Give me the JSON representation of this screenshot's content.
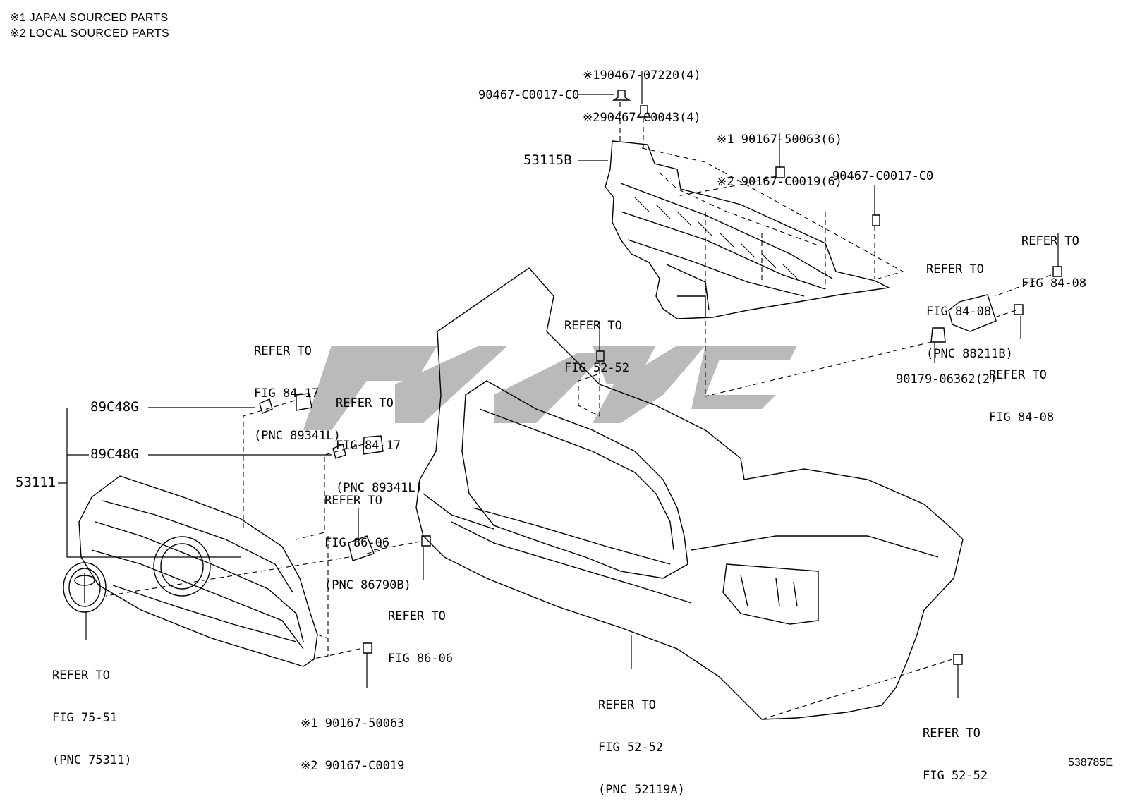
{
  "legend": {
    "line1": "※1 JAPAN SOURCED PARTS",
    "line2": "※2 LOCAL SOURCED PARTS"
  },
  "figure_number": "538785E",
  "watermark_color": "#b3b3b3",
  "labels": {
    "clip_top_1": "※190467-07220(4)",
    "clip_top_2": "※290467-C0043(4)",
    "clip_left": "90467-C0017-C0",
    "part_53115B": "53115B",
    "screw_1": "※1 90167-50063(6)",
    "screw_2": "※2 90167-C0019(6)",
    "clip_right": "90467-C0017-C0",
    "refer_84_08_a1": "REFER TO",
    "refer_84_08_a2": "FIG 84-08",
    "refer_84_08_b1": "REFER TO",
    "refer_84_08_b2": "FIG 84-08",
    "refer_84_08_b3": "(PNC 88211B)",
    "refer_84_08_c1": "REFER TO",
    "refer_84_08_c2": "FIG 84-08",
    "retainer": "90179-06362(2)",
    "refer_52_52_top1": "REFER TO",
    "refer_52_52_top2": "FIG 52-52",
    "refer_84_17_a1": "REFER TO",
    "refer_84_17_a2": "FIG 84-17",
    "refer_84_17_a3": "(PNC 89341L)",
    "refer_84_17_b1": "REFER TO",
    "refer_84_17_b2": "FIG 84-17",
    "refer_84_17_b3": "(PNC 89341L)",
    "part_89C48G_1": "89C48G",
    "part_89C48G_2": "89C48G",
    "part_53111": "53111",
    "refer_86_06_a1": "REFER TO",
    "refer_86_06_a2": "FIG 86-06",
    "refer_86_06_a3": "(PNC 86790B)",
    "refer_86_06_b1": "REFER TO",
    "refer_86_06_b2": "FIG 86-06",
    "refer_75_51_1": "REFER TO",
    "refer_75_51_2": "FIG 75-51",
    "refer_75_51_3": "(PNC 75311)",
    "screw_b1": "※1 90167-50063",
    "screw_b2": "※2 90167-C0019",
    "refer_52_52_mid1": "REFER TO",
    "refer_52_52_mid2": "FIG 52-52",
    "refer_52_52_mid3": "(PNC 52119A)",
    "refer_52_52_br1": "REFER TO",
    "refer_52_52_br2": "FIG 52-52"
  }
}
